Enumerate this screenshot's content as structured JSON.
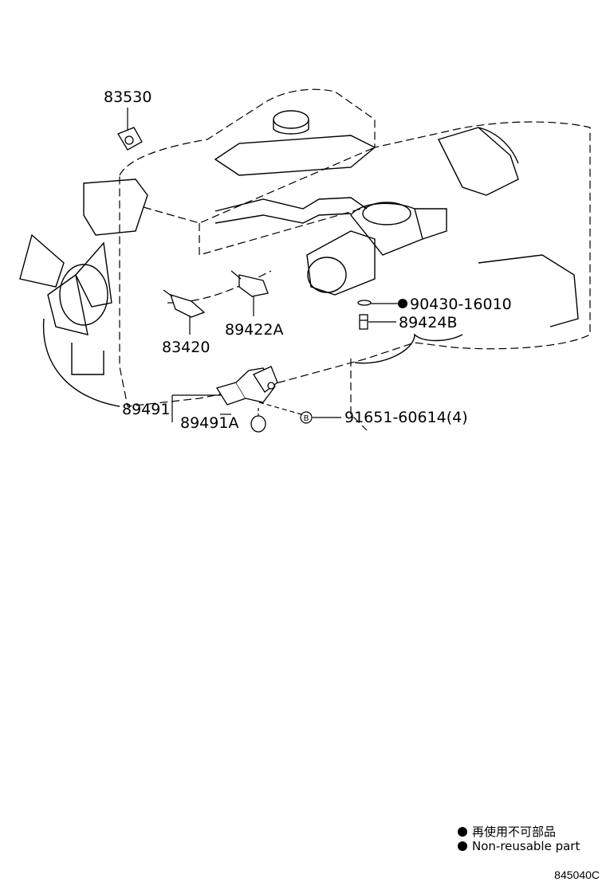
{
  "callouts": {
    "p83530": "83530",
    "p83420": "83420",
    "p89422A": "89422A",
    "p90430": "90430-16010",
    "p89424B": "89424B",
    "p89491": "89491",
    "p89491A": "89491A",
    "p91651": "91651-60614(4)",
    "bolt_marker": "B"
  },
  "legend": {
    "jp": "再使用不可部品",
    "en": "Non-reusable part"
  },
  "diagram_code": "845040C"
}
